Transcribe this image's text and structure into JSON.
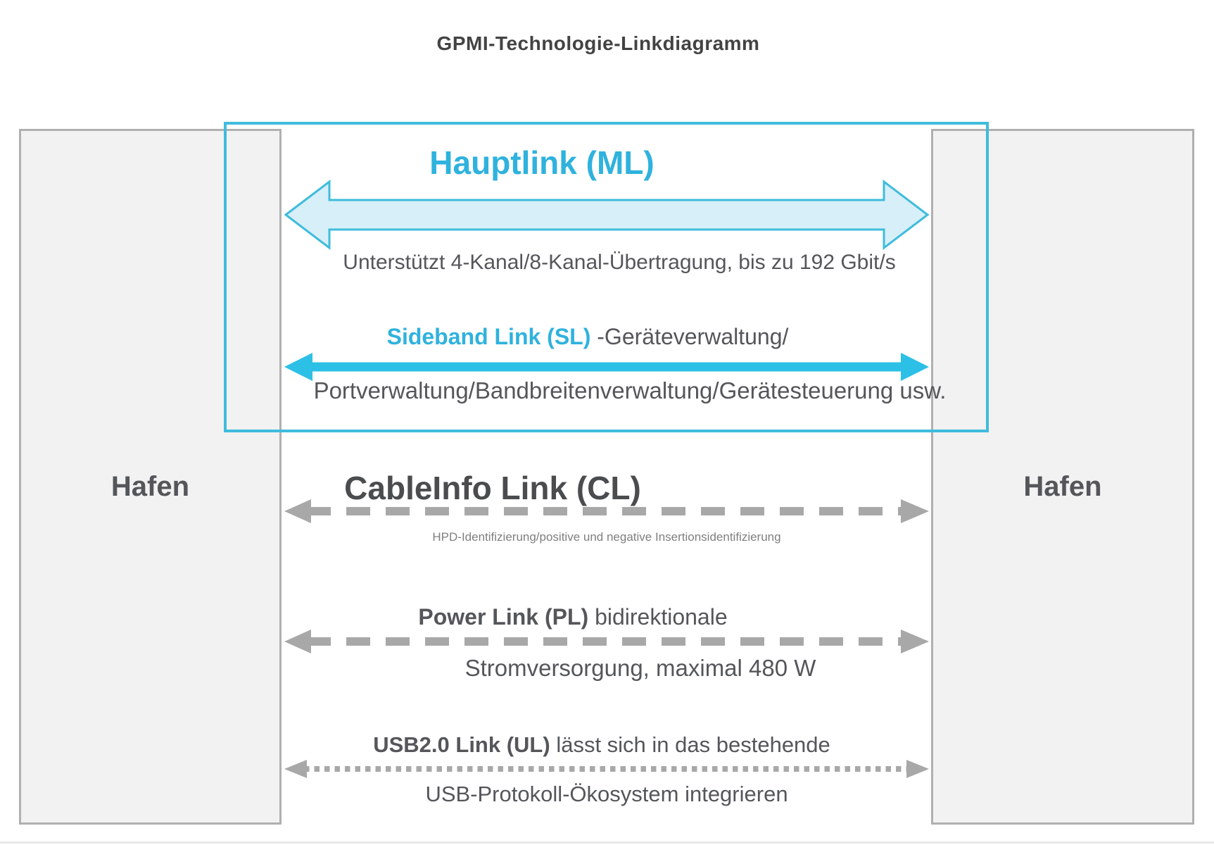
{
  "title": "GPMI-Technologie-Linkdiagramm",
  "ports": {
    "left": {
      "label": "Hafen"
    },
    "right": {
      "label": "Hafen"
    }
  },
  "links": {
    "ml": {
      "name": "Hauptlink (ML)",
      "desc": "Unterstützt 4-Kanal/8-Kanal-Übertragung, bis zu 192 Gbit/s",
      "style": "solid-block-double-arrow"
    },
    "sl": {
      "name": "Sideband Link (SL)",
      "suffix": "-Geräteverwaltung/",
      "desc": "Portverwaltung/Bandbreitenverwaltung/Gerätesteuerung usw.",
      "style": "solid-line-double-arrow"
    },
    "cl": {
      "name": "CableInfo Link (CL)",
      "desc": "HPD-Identifizierung/positive und negative Insertionsidentifizierung",
      "style": "dashed-line-double-arrow"
    },
    "pl": {
      "name": "Power Link (PL)",
      "suffix": "bidirektionale",
      "desc": "Stromversorgung, maximal 480 W",
      "style": "dashed-line-double-arrow"
    },
    "ul": {
      "name": "USB2.0 Link (UL)",
      "suffix": "lässt sich in das bestehende",
      "desc": "USB-Protokoll-Ökosystem integrieren",
      "style": "dotted-line-double-arrow"
    }
  },
  "colors": {
    "cyan_text": "#2fb2de",
    "cyan_stroke": "#3fbcdd",
    "cyan_bright": "#2cc0e6",
    "cyan_fill": "#d7eff8",
    "gray_arrow": "#a8a8a8",
    "text_dark": "#434343",
    "text_gray": "#54565a",
    "text_small": "#7f7f7f",
    "port_fill": "#f2f2f2",
    "port_border": "#b0b0b0",
    "rule": "#e8e8e8"
  }
}
